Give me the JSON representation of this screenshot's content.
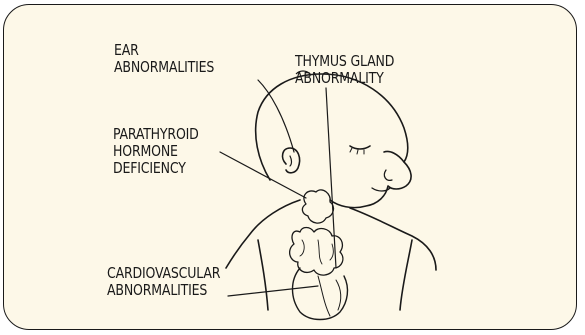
{
  "labels": {
    "ear": "EAR\nABNORMALITIES",
    "thymus": "THYMUS GLAND\nABNORMALITY",
    "parathyroid": "PARATHYROID\nHORMONE\nDEFICIENCY",
    "cardiovascular": "CARDIOVASCULAR\nABNORMALITIES"
  },
  "colors": {
    "panel_background": "#fdf8e8",
    "ink": "#1a1a1a"
  }
}
